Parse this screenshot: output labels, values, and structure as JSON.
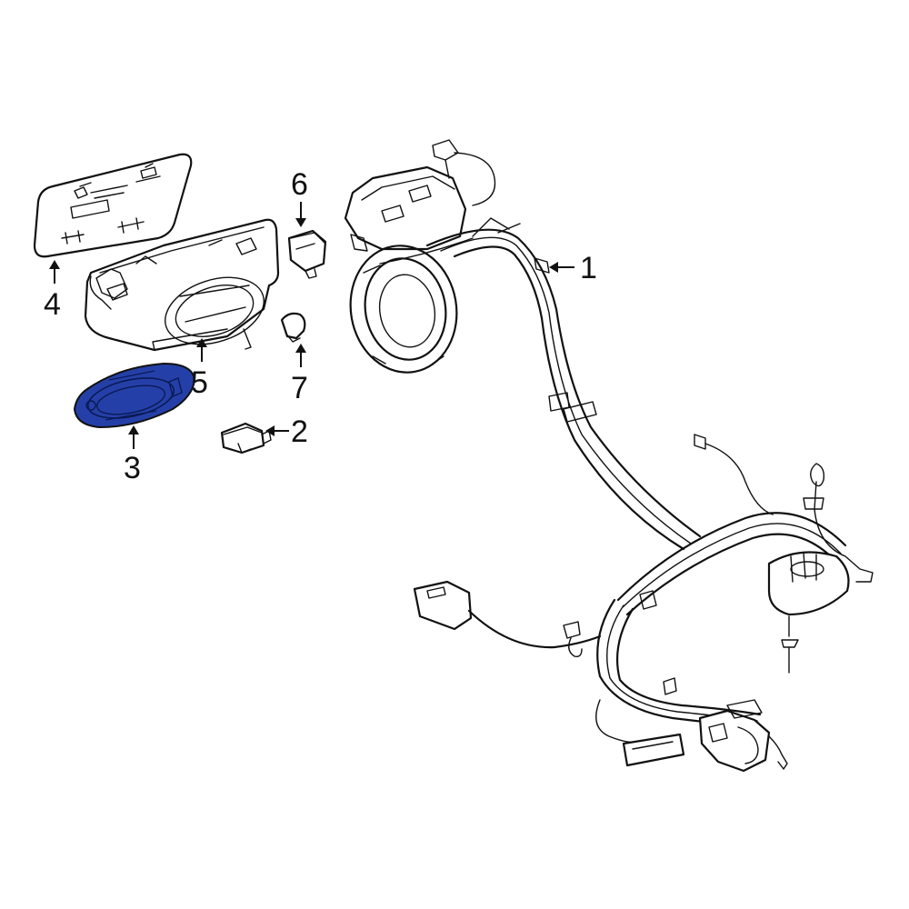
{
  "diagram": {
    "highlight_color": "#2440a8",
    "callouts": [
      {
        "id": "1",
        "label": "1"
      },
      {
        "id": "2",
        "label": "2"
      },
      {
        "id": "3",
        "label": "3"
      },
      {
        "id": "4",
        "label": "4"
      },
      {
        "id": "5",
        "label": "5"
      },
      {
        "id": "6",
        "label": "6"
      },
      {
        "id": "7",
        "label": "7"
      }
    ]
  }
}
